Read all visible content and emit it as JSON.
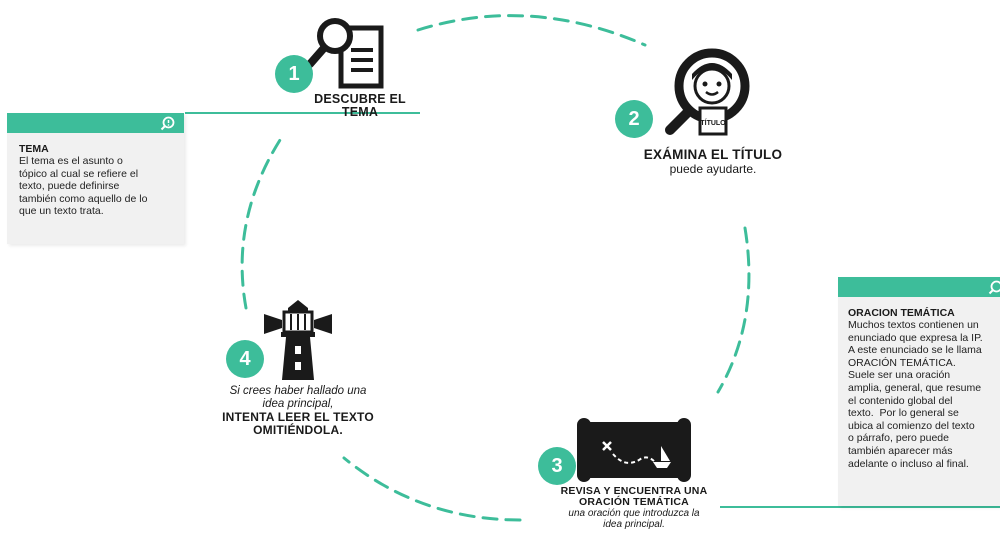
{
  "steps": [
    {
      "number": "1",
      "title_line1": "DESCUBRE EL",
      "title_line2": "TEMA"
    },
    {
      "number": "2",
      "title": "EXÁMINA EL TÍTULO",
      "subtitle": "puede ayudarte.",
      "icon_label": "TÍTULO"
    },
    {
      "number": "3",
      "title_line1": "REVISA Y ENCUENTRA UNA",
      "title_line2": "ORACIÓN TEMÁTICA",
      "sub_line1": "una oración que introduzca la",
      "sub_line2": "idea principal."
    },
    {
      "number": "4",
      "sub_line1": "Si crees haber hallado una",
      "sub_line2": "idea principal,",
      "title_line1": "INTENTA LEER EL TEXTO",
      "title_line2": "OMITIÉNDOLA."
    }
  ],
  "cards": {
    "tema": {
      "title": "TEMA",
      "text": "El tema es el asunto o\ntópico al cual se refiere el\ntexto,  puede definirse\ntambién como aquello de lo\nque un texto trata."
    },
    "oracion": {
      "title": "ORACION TEMÁTICA",
      "text": "Muchos textos contienen un\nenunciado que expresa la IP.\nA este enunciado se le llama\nORACIÓN TEMÁTICA.\nSuele ser una oración\namplia, general, que resume\nel contenido global del\ntexto.  Por lo general se\nubica al comienzo del texto\no párrafo, pero puede\ntambién aparecer más\nadelante o incluso al final."
    }
  },
  "colors": {
    "accent": "#3dbd9a",
    "dark": "#1a1a1a",
    "card_bg": "#f1f1f1"
  },
  "icons": [
    "magnifier-document-icon",
    "magnifier-face-icon",
    "treasure-map-icon",
    "lighthouse-icon",
    "search-info-icon"
  ]
}
